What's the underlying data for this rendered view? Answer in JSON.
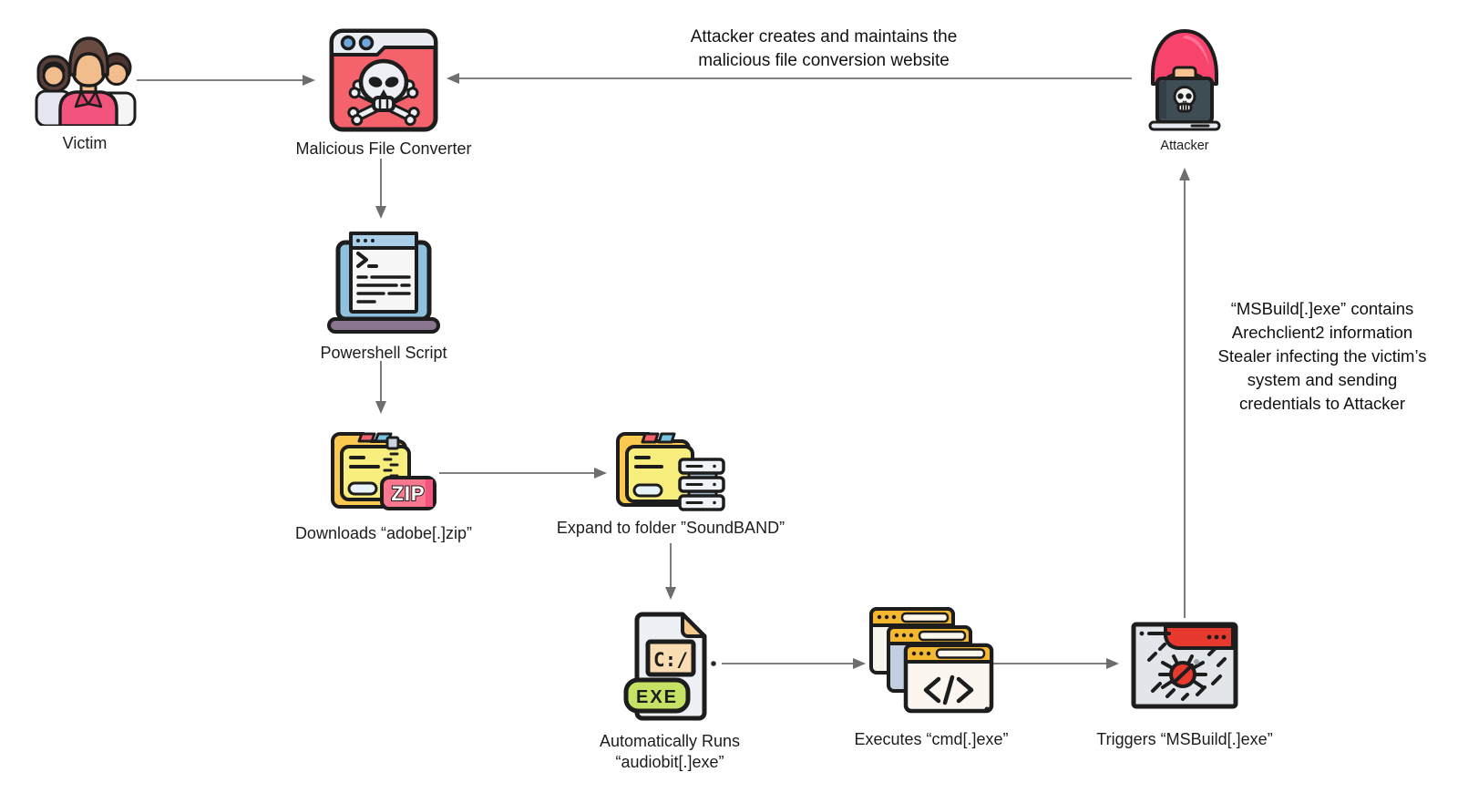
{
  "diagram": {
    "nodes": {
      "victim": {
        "label": "Victim",
        "icon": "people-group-icon"
      },
      "converter": {
        "label": "Malicious File Converter",
        "icon": "skull-browser-icon"
      },
      "attacker": {
        "label": "Attacker",
        "icon": "hooded-hacker-laptop-icon"
      },
      "powershell": {
        "label": "Powershell Script",
        "icon": "terminal-laptop-icon"
      },
      "zip": {
        "label": "Downloads “adobe[.]zip”",
        "icon": "zip-folder-icon"
      },
      "expand": {
        "label": "Expand to folder ”SoundBAND”",
        "icon": "folder-server-icon"
      },
      "exe": {
        "label": "Automatically Runs\n“audiobit[.]exe”",
        "icon": "exe-file-icon"
      },
      "cmd": {
        "label": "Executes “cmd[.]exe”",
        "icon": "code-windows-icon"
      },
      "msbuild": {
        "label": "Triggers “MSBuild[.]exe”",
        "icon": "malware-window-icon"
      }
    },
    "annotations": {
      "attacker_maintains": "Attacker creates and maintains the\nmalicious file conversion website",
      "msbuild_stealer": "“MSBuild[.]exe” contains\nArechclient2 information\nStealer infecting the victim’s\nsystem and sending\ncredentials to Attacker"
    },
    "colors": {
      "arrow_gray": "#6e6e6e",
      "danger_red": "#F4626C",
      "folder_gold": "#FBC94F",
      "folder_pale_yellow": "#F8EE7E",
      "zip_badge_pink": "#F9778F",
      "exe_badge_green": "#C6E265",
      "window_yellow": "#F5B82E",
      "msbuild_red": "#E8392E",
      "hood_pink": "#F8446C",
      "screen_blue": "#8FC1DE",
      "laptop_dark": "#3E4C54",
      "skin_tan": "#F2BD8D",
      "shirt_pink": "#F2547D"
    }
  }
}
